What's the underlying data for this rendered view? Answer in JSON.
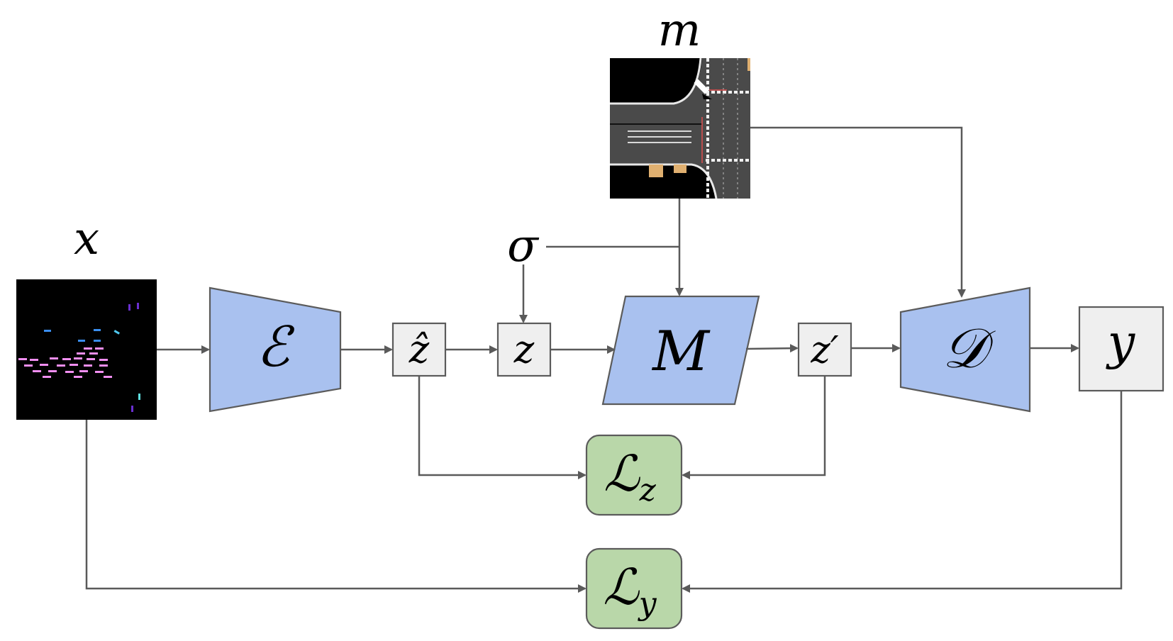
{
  "labels": {
    "x": "x",
    "m": "m",
    "sigma": "σ",
    "encoder": "ℰ",
    "z_hat": "ẑ",
    "z": "z",
    "model": "M",
    "z_prime": "z′",
    "decoder": "𝒟",
    "y": "y",
    "loss_z_main": "ℒ",
    "loss_z_sub": "z",
    "loss_y_main": "ℒ",
    "loss_y_sub": "y"
  },
  "colors": {
    "blue_node": "#a9c1ef",
    "grey_node": "#efefef",
    "green_node": "#b9d7a9",
    "edge": "#5a5a5a"
  }
}
